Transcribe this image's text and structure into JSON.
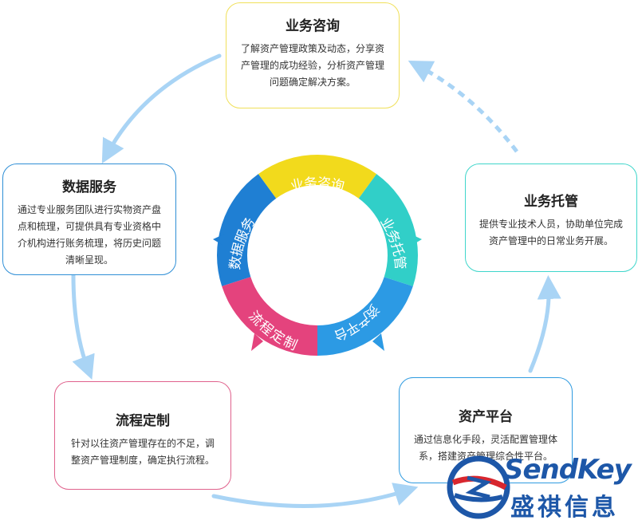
{
  "colors": {
    "yellow": "#f2da1c",
    "teal": "#31cfc8",
    "blue": "#2c9ae4",
    "pink": "#e4437d",
    "darkblue": "#1f7fd3",
    "arrow": "#a9d4f5",
    "logo": "#1d57a8",
    "logo_red": "#d8262e"
  },
  "ring": {
    "segments": [
      {
        "label": "业务咨询",
        "color": "#f2da1c"
      },
      {
        "label": "业务托管",
        "color": "#31cfc8"
      },
      {
        "label": "资产平台",
        "color": "#2c9ae4"
      },
      {
        "label": "流程定制",
        "color": "#e4437d"
      },
      {
        "label": "数据服务",
        "color": "#1f7fd3"
      }
    ]
  },
  "boxes": {
    "consult": {
      "title": "业务咨询",
      "lines": [
        "了解资产管理政策及动态，分享资",
        "产管理的成功经验，分析资产管理",
        "问题确定解决方案。"
      ]
    },
    "data": {
      "title": "数据服务",
      "lines": [
        "通过专业服务团队进行实物资产盘",
        "点和梳理，可提供具有专业资格中",
        "介机构进行账务梳理，将历史问题",
        "清晰呈现。"
      ]
    },
    "hosting": {
      "title": "业务托管",
      "lines": [
        "提供专业技术人员，协助单位完成",
        "资产管理中的日常业务开展。"
      ]
    },
    "process": {
      "title": "流程定制",
      "lines": [
        "针对以往资产管理存在的不足，调",
        "整资产管理制度，确定执行流程。"
      ]
    },
    "platform": {
      "title": "资产平台",
      "lines": [
        "通过信息化手段，灵活配置管理体",
        "系，搭建资产管理综合性平台。"
      ]
    }
  },
  "logo": {
    "en": "SendKey",
    "cn": "盛祺信息"
  }
}
